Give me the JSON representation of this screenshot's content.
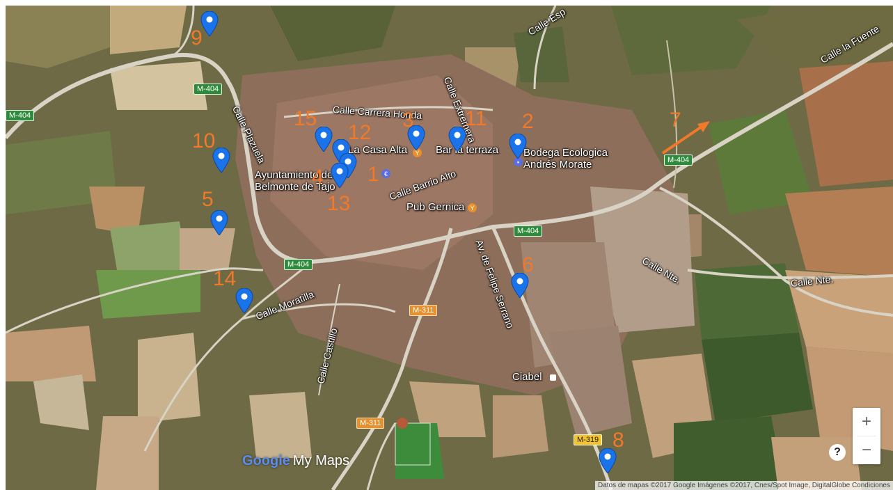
{
  "map": {
    "street_labels": [
      {
        "id": "calle-esp",
        "text": "Calle Esp"
      },
      {
        "id": "calle-la-fuente",
        "text": "Calle la Fuente"
      },
      {
        "id": "calle-carrera-honda",
        "text": "Calle Carrera Honda"
      },
      {
        "id": "calle-extremera",
        "text": "Calle Extremera"
      },
      {
        "id": "calle-plazuela",
        "text": "Calle Plazuela"
      },
      {
        "id": "calle-barrio-alto",
        "text": "Calle Barrio Alto"
      },
      {
        "id": "calle-nte-1",
        "text": "Calle Nte."
      },
      {
        "id": "calle-nte-2",
        "text": "Calle Nte."
      },
      {
        "id": "calle-moratilla",
        "text": "Calle Moratilla"
      },
      {
        "id": "av-felipe-serrano",
        "text": "Av. de Felipe Serrano"
      },
      {
        "id": "calle-castillo",
        "text": "Calle Castillo"
      }
    ],
    "place_labels": [
      {
        "id": "la-casa-alta",
        "text": "La Casa Alta"
      },
      {
        "id": "bar-la-terraza",
        "text": "Bar la terraza"
      },
      {
        "id": "bodega",
        "text": "Bodega Ecologica\nAndrés Morate"
      },
      {
        "id": "ayuntamiento",
        "text": "Ayuntamiento de\nBelmonte de Tajo"
      },
      {
        "id": "pub-gernica",
        "text": "Pub Gernica"
      },
      {
        "id": "ciabel",
        "text": "Ciabel"
      }
    ],
    "road_shields": [
      {
        "id": "m404-a",
        "text": "M-404",
        "color": "green"
      },
      {
        "id": "m404-b",
        "text": "M-404",
        "color": "green"
      },
      {
        "id": "m404-c",
        "text": "M-404",
        "color": "green"
      },
      {
        "id": "m404-d",
        "text": "M-404",
        "color": "green"
      },
      {
        "id": "m404-e",
        "text": "M-404",
        "color": "green"
      },
      {
        "id": "m311-a",
        "text": "M-311",
        "color": "orange"
      },
      {
        "id": "m311-b",
        "text": "M-311",
        "color": "orange"
      },
      {
        "id": "m319",
        "text": "M-319",
        "color": "yellow"
      }
    ],
    "numbers": [
      "1",
      "2",
      "3",
      "4",
      "5",
      "6",
      "7",
      "8",
      "9",
      "10",
      "11",
      "12",
      "13",
      "14",
      "15"
    ],
    "logo": {
      "google": "Google",
      "my_maps": "My Maps"
    },
    "attribution": "Datos de mapas ©2017 Google Imágenes ©2017, Cnes/Spot Image, DigitalGlobe    Condiciones",
    "controls": {
      "zoom_in": "+",
      "zoom_out": "−",
      "help": "?"
    },
    "colors": {
      "pin": "#1a73e8",
      "number": "#f07a2a",
      "arrow": "#f07a2a",
      "shield_green": "#2e8b3c"
    }
  }
}
